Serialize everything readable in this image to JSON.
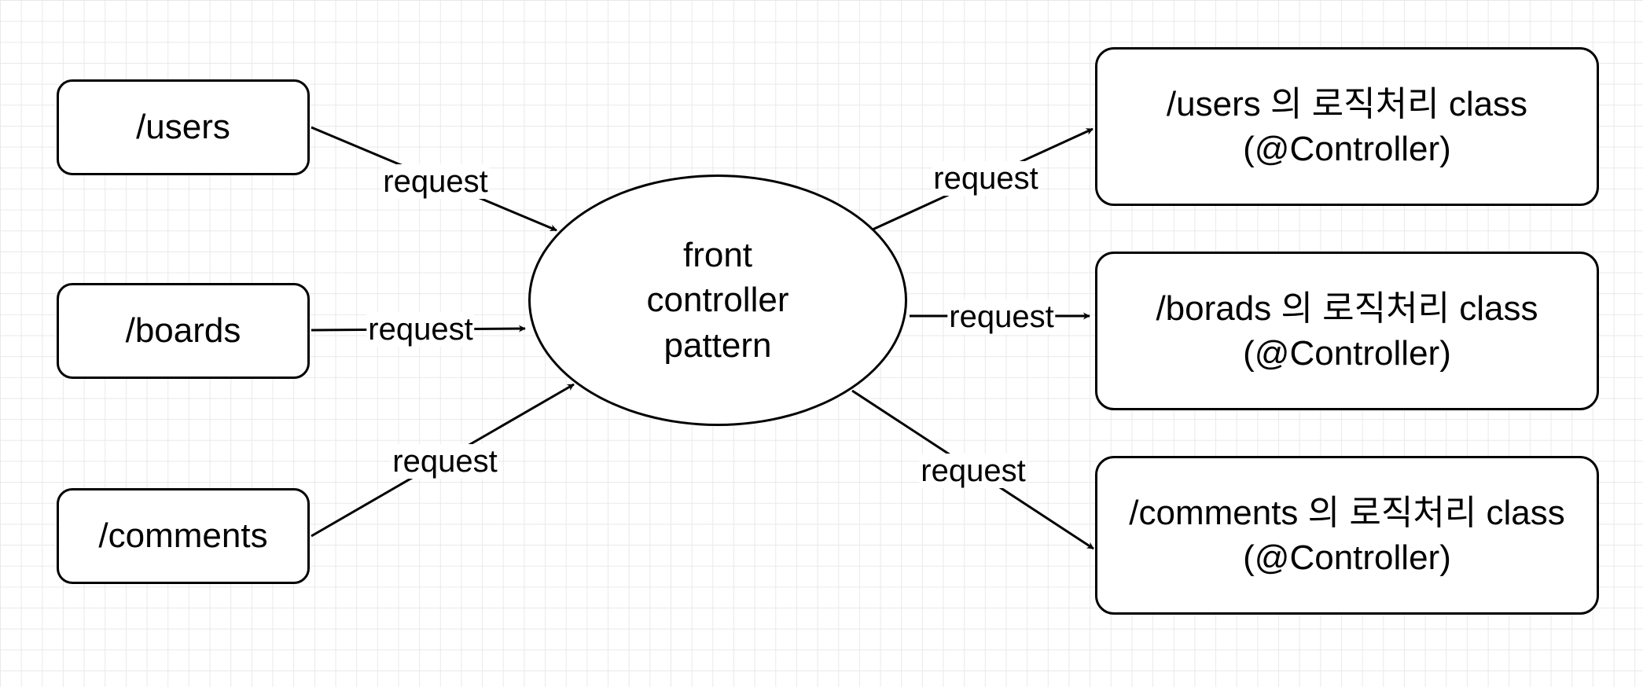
{
  "sources": [
    {
      "id": "users",
      "label": "/users"
    },
    {
      "id": "boards",
      "label": "/boards"
    },
    {
      "id": "comments",
      "label": "/comments"
    }
  ],
  "center": {
    "lines": [
      "front",
      "controller",
      "pattern"
    ]
  },
  "targets": [
    {
      "id": "users",
      "lines": [
        "/users 의 로직처리 class",
        "(@Controller)"
      ]
    },
    {
      "id": "boards",
      "lines": [
        "/borads 의 로직처리 class",
        "(@Controller)"
      ]
    },
    {
      "id": "comments",
      "lines": [
        "/comments 의 로직처리 class",
        "(@Controller)"
      ]
    }
  ],
  "edges": {
    "users_to_center": "request",
    "boards_to_center": "request",
    "comments_to_center": "request",
    "center_to_users": "request",
    "center_to_boards": "request",
    "center_to_comments": "request"
  }
}
